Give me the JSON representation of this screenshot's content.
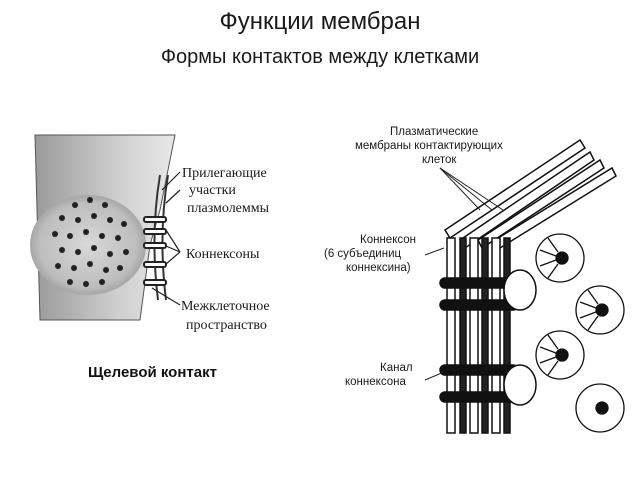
{
  "header": {
    "title": "Функции мембран",
    "subtitle": "Формы контактов между клетками"
  },
  "left_figure": {
    "label_membrane_line1": "Прилегающие",
    "label_membrane_line2": "участки",
    "label_membrane_line3": "плазмолеммы",
    "label_connexons": "Коннексоны",
    "label_space_line1": "Межклеточное",
    "label_space_line2": "пространство",
    "caption": "Щелевой контакт"
  },
  "right_figure": {
    "label_membranes_line1": "Плазматические",
    "label_membranes_line2": "мембраны контактирующих",
    "label_membranes_line3": "клеток",
    "label_connexon_line1": "Коннексон",
    "label_connexon_line2": "(6 субъединиц",
    "label_connexon_line3": "коннексина)",
    "label_channel_line1": "Канал",
    "label_channel_line2": "коннексона"
  }
}
